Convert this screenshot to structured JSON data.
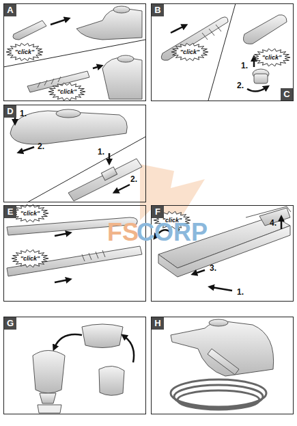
{
  "diagram": {
    "nodes": [
      {
        "text": [
          "A"
        ]
      },
      {
        "text": [
          "B",
          "C"
        ]
      },
      {
        "text": [
          "D"
        ]
      },
      {
        "text": [
          "E"
        ]
      },
      {
        "text": [
          "F"
        ]
      },
      {
        "text": [
          "G"
        ]
      },
      {
        "text": [
          "H"
        ]
      }
    ],
    "labels": [
      "\"click\"",
      "\"click\"",
      "\"click\"",
      "\"click\"",
      "1.",
      "2.",
      "1.",
      "2.",
      "1.",
      "2.",
      "\"click\"",
      "\"click\"",
      "\"click\"",
      "2.",
      "3.",
      "1.",
      "4.",
      "FS",
      "CORP"
    ]
  }
}
